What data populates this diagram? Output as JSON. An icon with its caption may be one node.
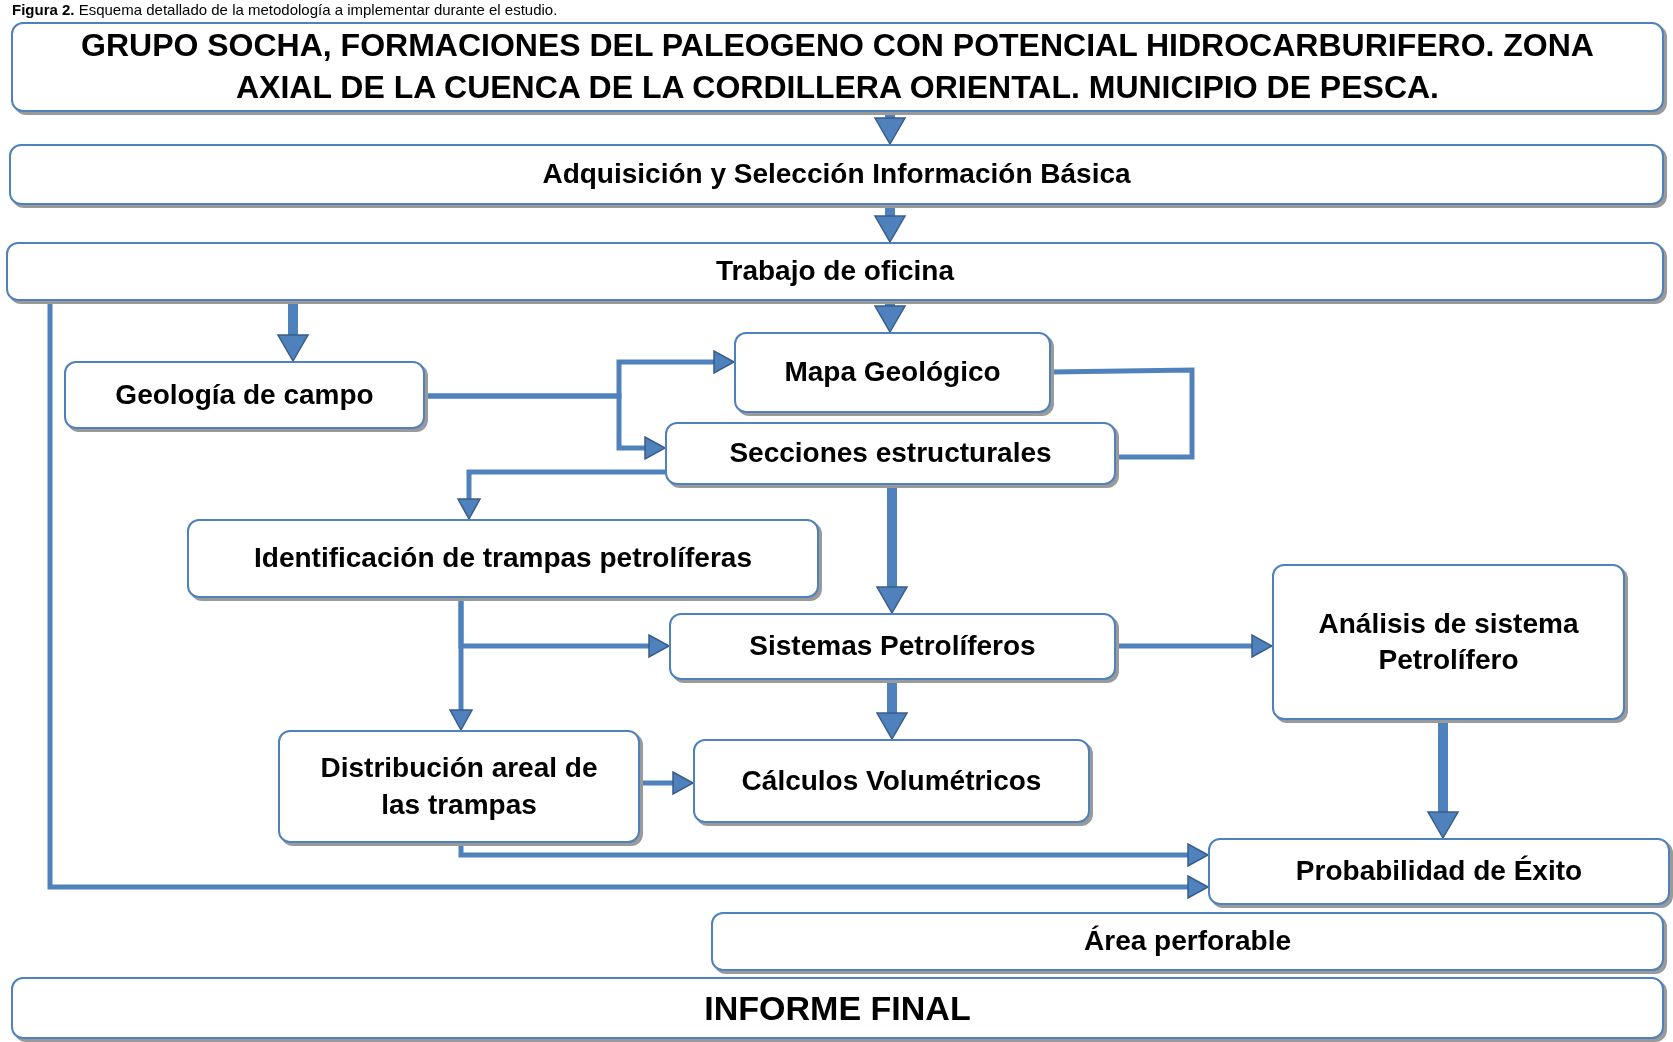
{
  "diagram": {
    "caption": "**Figura 2.** Esquema detallado de la metodología a implementar durante el estudio.",
    "nodes": [
      {
        "text": [
          "GRUPO SOCHA, FORMACIONES DEL PALEOGENO CON POTENCIAL HIDROCARBURIFERO. ZONA AXIAL DE LA CUENCA DE LA CORDILLERA ORIENTAL. MUNICIPIO DE PESCA."
        ]
      },
      {
        "text": [
          "Adquisición y Selección Información Básica"
        ]
      },
      {
        "text": [
          "Trabajo de oficina"
        ]
      },
      {
        "text": [
          "Geología de campo"
        ]
      },
      {
        "text": [
          "Mapa Geológico"
        ]
      },
      {
        "text": [
          "Secciones estructurales"
        ]
      },
      {
        "text": [
          "Identificación de trampas petrolíferas"
        ]
      },
      {
        "text": [
          "Sistemas Petrolíferos"
        ]
      },
      {
        "text": [
          "Análisis de sistema Petrolífero"
        ]
      },
      {
        "text": [
          "Distribución areal de las trampas"
        ]
      },
      {
        "text": [
          "Cálculos Volumétricos"
        ]
      },
      {
        "text": [
          "Probabilidad de Éxito"
        ]
      },
      {
        "text": [
          "Área perforable"
        ]
      },
      {
        "text": [
          "INFORME FINAL"
        ]
      }
    ],
    "edges": [
      {
        "from": 0,
        "to": 1,
        "arrow": "to",
        "style": "thick"
      },
      {
        "from": 1,
        "to": 2,
        "arrow": "to",
        "style": "thick"
      },
      {
        "from": 2,
        "to": 3,
        "arrow": "to",
        "style": "thick"
      },
      {
        "from": 2,
        "to": 4,
        "arrow": "to",
        "style": "thick"
      },
      {
        "from": 3,
        "to": 4,
        "arrow": "to"
      },
      {
        "from": 3,
        "to": 5,
        "arrow": "to"
      },
      {
        "from": 4,
        "to": 5,
        "arrow": "none"
      },
      {
        "from": 5,
        "to": 6,
        "arrow": "to"
      },
      {
        "from": 5,
        "to": 7,
        "arrow": "to",
        "style": "thick"
      },
      {
        "from": 6,
        "to": 7,
        "arrow": "to"
      },
      {
        "from": 6,
        "to": 9,
        "arrow": "to"
      },
      {
        "from": 7,
        "to": 8,
        "arrow": "to"
      },
      {
        "from": 7,
        "to": 10,
        "arrow": "to",
        "style": "thick"
      },
      {
        "from": 9,
        "to": 10,
        "arrow": "to"
      },
      {
        "from": 8,
        "to": 11,
        "arrow": "to",
        "style": "thick"
      },
      {
        "from": 9,
        "to": 11,
        "arrow": "to"
      },
      {
        "from": 2,
        "to": 11,
        "arrow": "to"
      }
    ]
  }
}
